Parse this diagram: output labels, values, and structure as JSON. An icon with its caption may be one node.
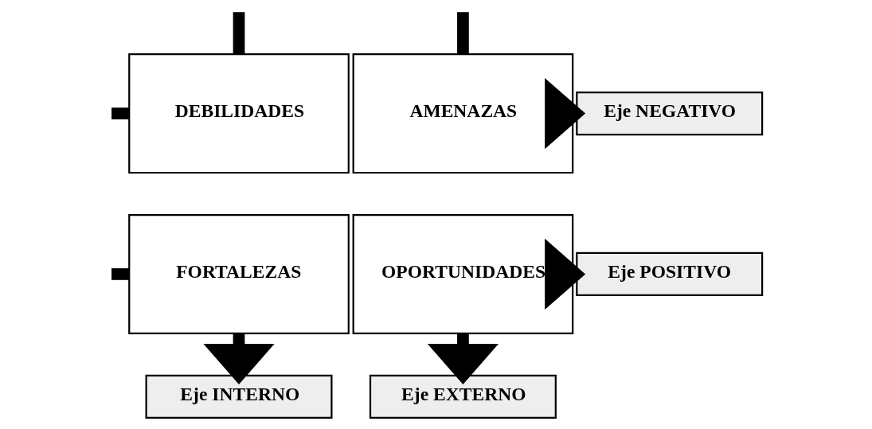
{
  "diagram": {
    "nodes": [
      {
        "text": [
          "DEBILIDADES"
        ]
      },
      {
        "text": [
          "AMENAZAS"
        ]
      },
      {
        "text": [
          "FORTALEZAS"
        ]
      },
      {
        "text": [
          "OPORTUNIDADES"
        ]
      },
      {
        "text": [
          "Eje NEGATIVO"
        ]
      },
      {
        "text": [
          "Eje POSITIVO"
        ]
      },
      {
        "text": [
          "Eje INTERNO"
        ]
      },
      {
        "text": [
          "Eje EXTERNO"
        ]
      }
    ],
    "edges": [
      {
        "from": null,
        "to": 0,
        "arrow": "none"
      },
      {
        "from": null,
        "to": 1,
        "arrow": "none"
      },
      {
        "from": null,
        "to": 0,
        "arrow": "none"
      },
      {
        "from": null,
        "to": 2,
        "arrow": "none"
      },
      {
        "from": 1,
        "to": 4,
        "arrow": "to"
      },
      {
        "from": 3,
        "to": 5,
        "arrow": "to"
      },
      {
        "from": 2,
        "to": 6,
        "arrow": "to"
      },
      {
        "from": 3,
        "to": 7,
        "arrow": "to"
      }
    ]
  }
}
